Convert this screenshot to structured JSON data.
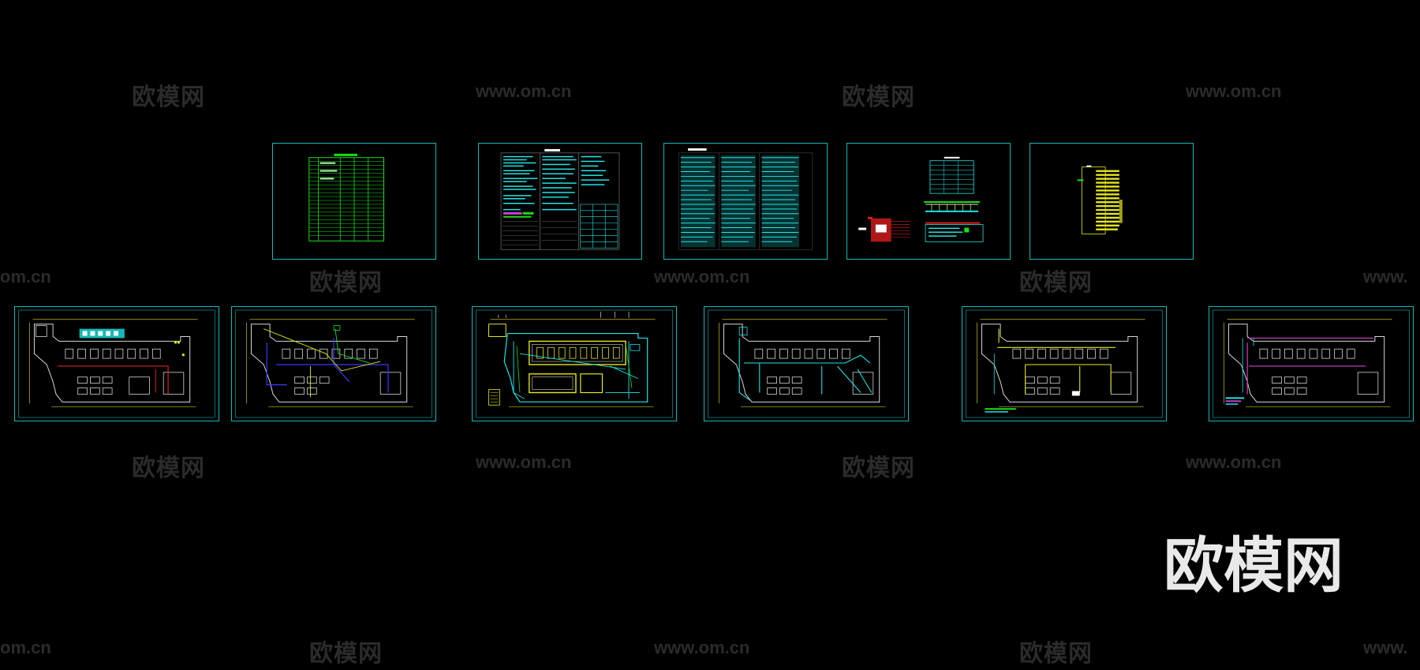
{
  "watermarks": {
    "brand": "欧模网",
    "url": "www.om.cn",
    "url_partial_left": "om.cn",
    "url_partial_right": "www."
  },
  "logo": {
    "text": "欧模网",
    "color": "#e9e9e9"
  },
  "colors": {
    "background": "#000000",
    "sheet_border": "#14b8b8",
    "cad_green": "#19e019",
    "cad_cyan": "#22e5e5",
    "cad_yellow": "#e8e81a",
    "cad_red": "#e02020",
    "cad_white": "#d8d8d8",
    "cad_blue": "#3838ff",
    "cad_magenta": "#d040d0"
  },
  "sheets_top": [
    {
      "name": "drawing-index-sheet",
      "kind": "green-table"
    },
    {
      "name": "design-notes-sheet",
      "kind": "cyan-text-columns"
    },
    {
      "name": "specification-sheet",
      "kind": "cyan-text-columns"
    },
    {
      "name": "system-diagram-sheet",
      "kind": "diagram"
    },
    {
      "name": "riser-diagram-sheet",
      "kind": "yellow-riser"
    }
  ],
  "sheets_bottom": [
    {
      "name": "floor-plan-1",
      "accent": "red"
    },
    {
      "name": "floor-plan-2",
      "accent": "blue"
    },
    {
      "name": "floor-plan-3",
      "accent": "cyan-yellow"
    },
    {
      "name": "floor-plan-4",
      "accent": "cyan"
    },
    {
      "name": "floor-plan-5",
      "accent": "yellow"
    },
    {
      "name": "floor-plan-6",
      "accent": "magenta"
    }
  ]
}
